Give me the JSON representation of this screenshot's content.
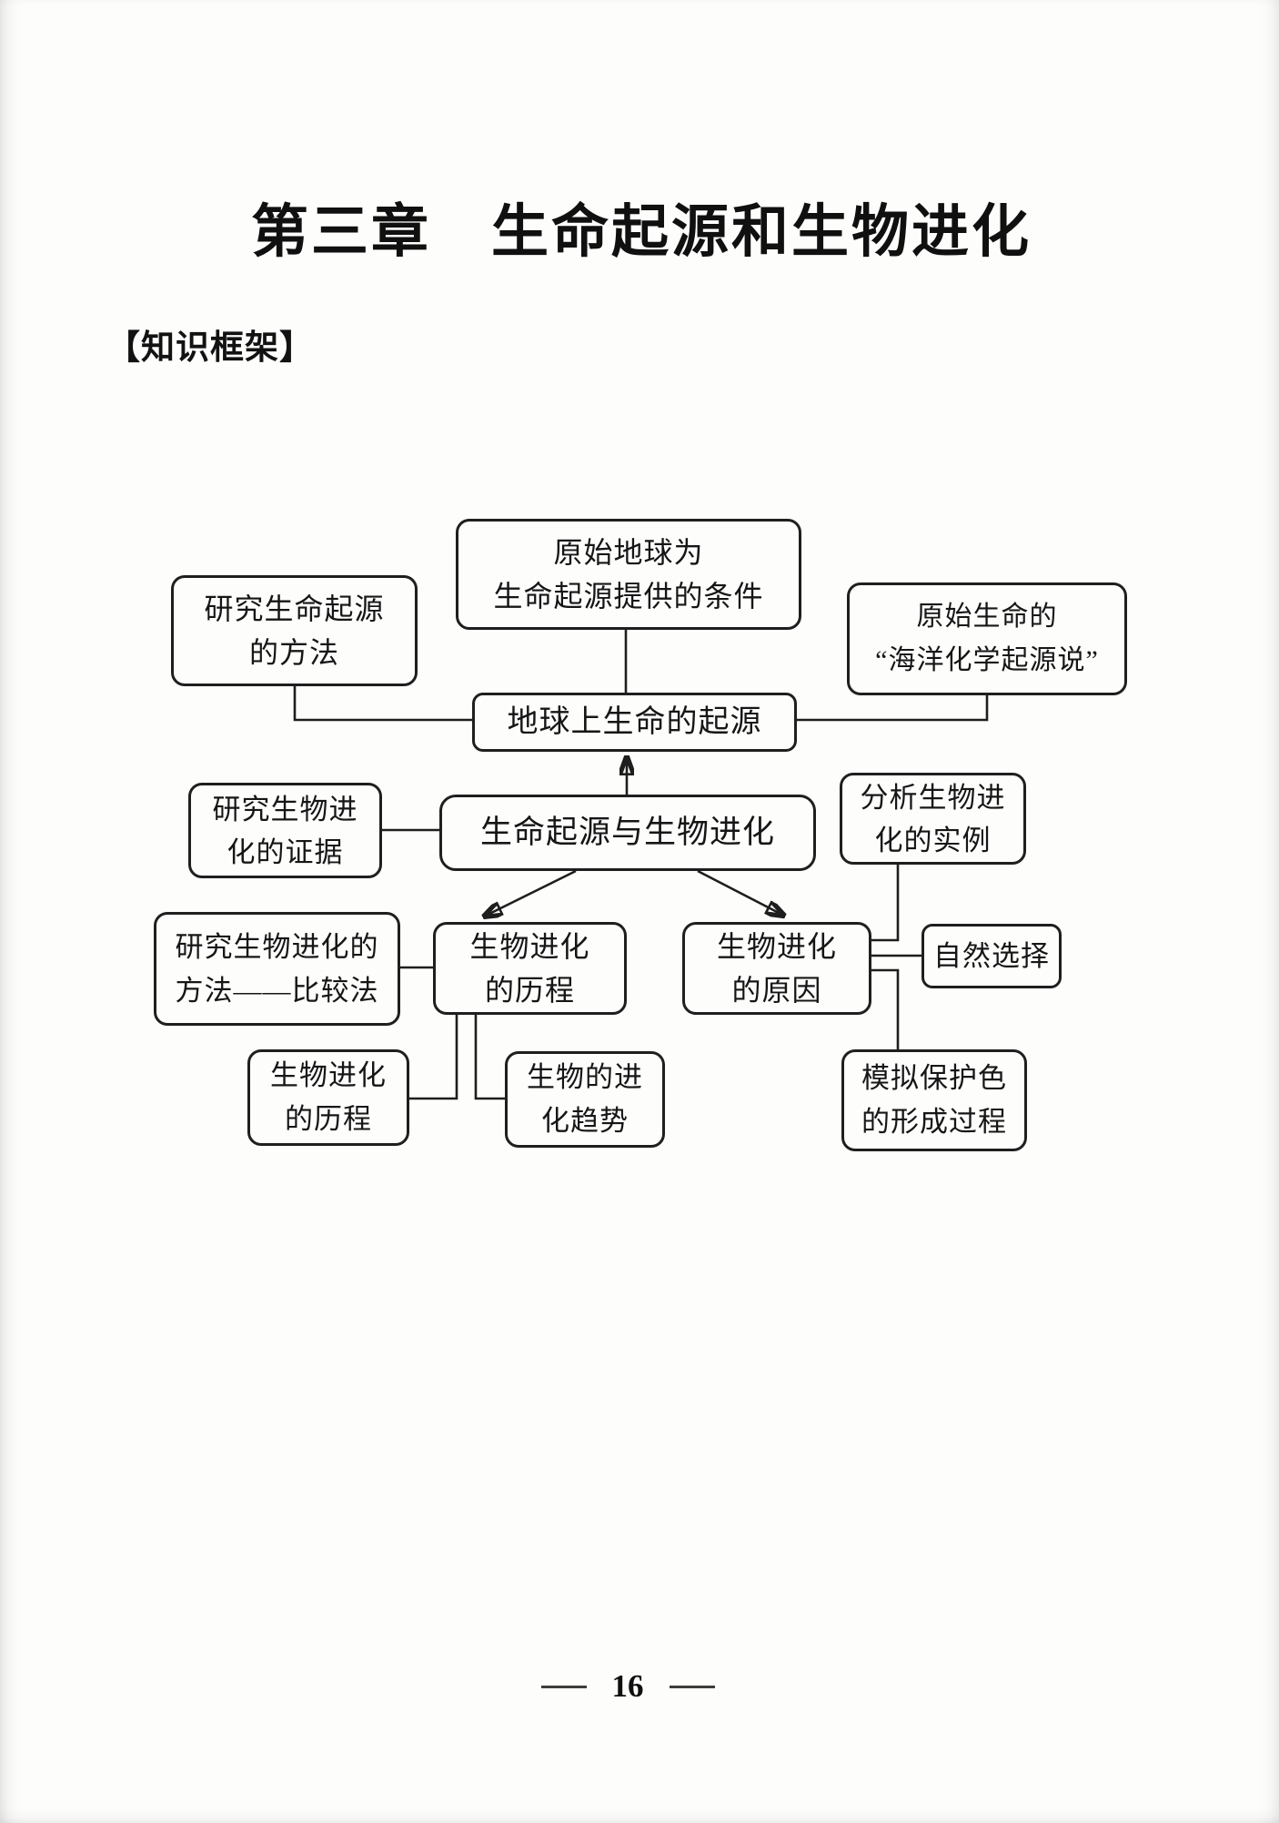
{
  "page": {
    "chapter_title": "第三章　生命起源和生物进化",
    "section_header": "【知识框架】",
    "page_number": "16"
  },
  "colors": {
    "ink": "#1e1e1e",
    "paper": "#fdfdfc"
  },
  "diagram": {
    "nodes": [
      {
        "id": "origin-conditions",
        "label": "原始地球为\n生命起源提供的条件"
      },
      {
        "id": "research-origin-method",
        "label": "研究生命起源\n的方法"
      },
      {
        "id": "ocean-chemical-theory",
        "label": "原始生命的\n“海洋化学起源说”"
      },
      {
        "id": "life-origin-on-earth",
        "label": "地球上生命的起源"
      },
      {
        "id": "origin-and-evolution",
        "label": "生命起源与生物进化"
      },
      {
        "id": "evolution-evidence",
        "label": "研究生物进\n化的证据"
      },
      {
        "id": "analyze-examples",
        "label": "分析生物进\n化的实例"
      },
      {
        "id": "comparative-method",
        "label": "研究生物进化的\n方法——比较法"
      },
      {
        "id": "evolution-course-mid",
        "label": "生物进化\n的历程"
      },
      {
        "id": "evolution-cause",
        "label": "生物进化\n的原因"
      },
      {
        "id": "natural-selection",
        "label": "自然选择"
      },
      {
        "id": "evolution-course-sub",
        "label": "生物进化\n的历程"
      },
      {
        "id": "evolution-trend",
        "label": "生物的进\n化趋势"
      },
      {
        "id": "protective-color",
        "label": "模拟保护色\n的形成过程"
      }
    ]
  }
}
